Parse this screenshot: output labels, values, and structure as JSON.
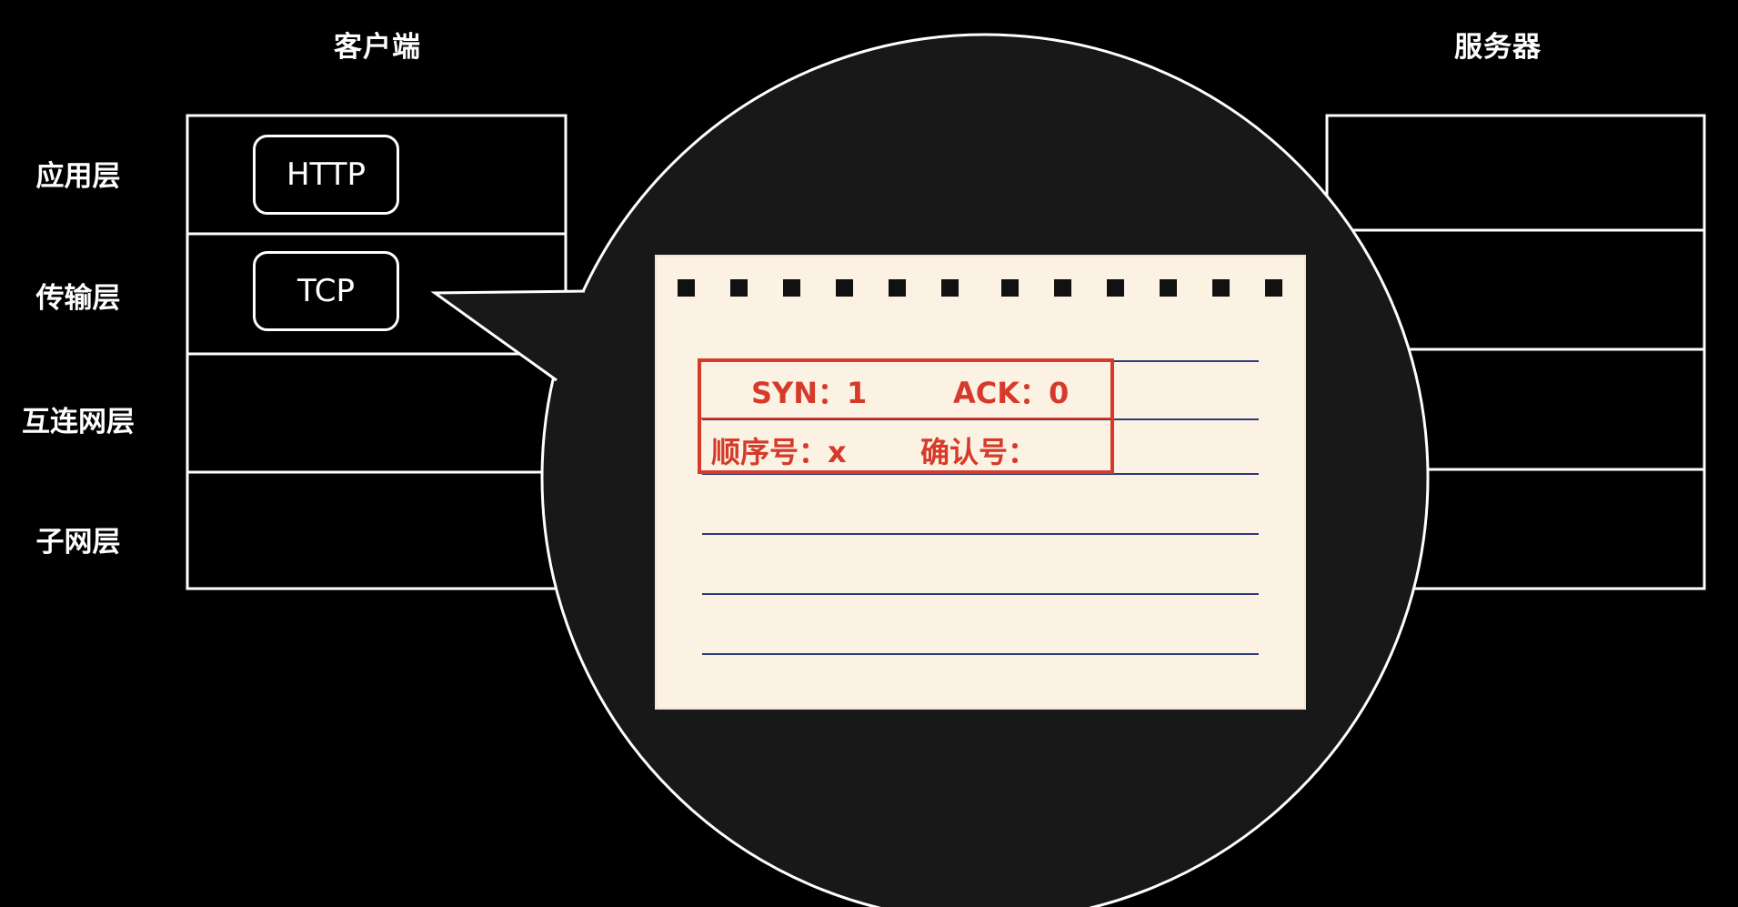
{
  "client": {
    "title": "客户端"
  },
  "server": {
    "title": "服务器"
  },
  "layers": [
    "应用层",
    "传输层",
    "互连网层",
    "子网层"
  ],
  "protocols": {
    "application": "HTTP",
    "transport": "TCP"
  },
  "segment": {
    "syn_label": "SYN：1",
    "ack_label": "ACK：0",
    "seq_label": "顺序号：x",
    "ackno_label": "确认号："
  },
  "colors": {
    "background": "#000000",
    "bubble": "#181818",
    "paper": "#fbf2e3",
    "stamp": "#d63a2a",
    "rule": "#2d3a7a"
  }
}
